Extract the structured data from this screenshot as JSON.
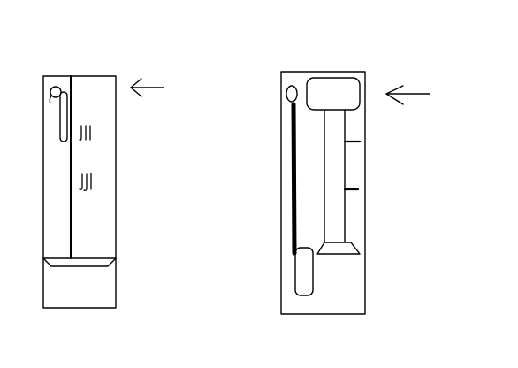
{
  "colors": {
    "background": "#ffffff",
    "stroke": "#000000"
  },
  "figures": [
    {
      "name": "left-appliance-sketch",
      "marks": [
        "jjj",
        "jjl"
      ],
      "has_pointer_arrow": true
    },
    {
      "name": "right-appliance-sketch",
      "has_pointer_arrow": true
    }
  ]
}
